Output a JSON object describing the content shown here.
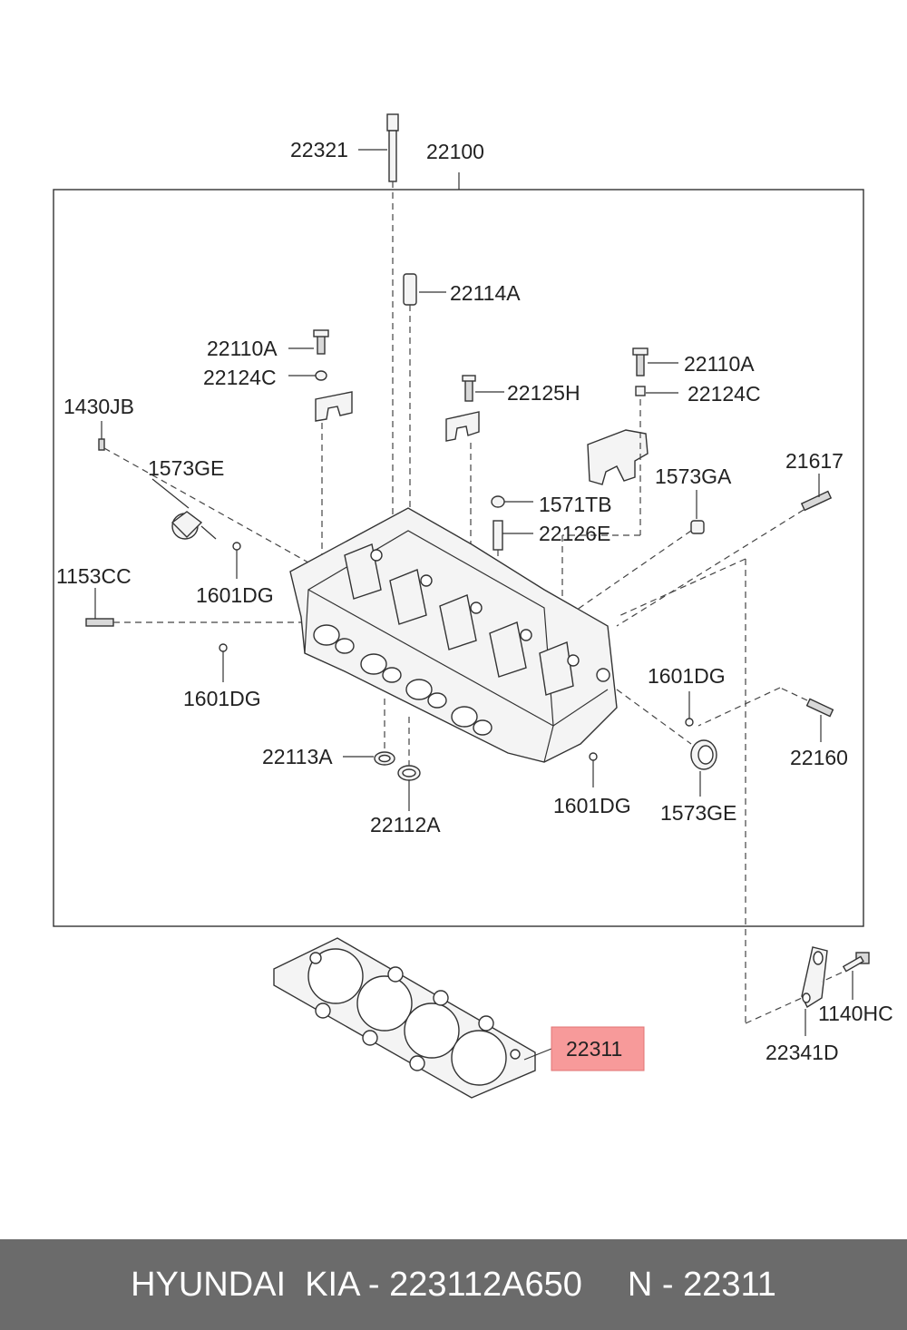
{
  "labels": {
    "l22321": "22321",
    "l22100": "22100",
    "l22114A": "22114A",
    "l22110A_left": "22110A",
    "l22124C_left": "22124C",
    "l22110A_right": "22110A",
    "l22124C_right": "22124C",
    "l22125H": "22125H",
    "l1430JB": "1430JB",
    "l1573GE_top": "1573GE",
    "l1573GA": "1573GA",
    "l21617": "21617",
    "l1571TB": "1571TB",
    "l22126E": "22126E",
    "l1153CC": "1153CC",
    "l1601DG_a": "1601DG",
    "l1601DG_b": "1601DG",
    "l1601DG_c": "1601DG",
    "l1601DG_d": "1601DG",
    "l22160": "22160",
    "l22113A": "22113A",
    "l22112A": "22112A",
    "l1573GE_bottom": "1573GE",
    "l22311": "22311",
    "l1140HC": "1140HC",
    "l22341D": "22341D"
  },
  "highlight": {
    "part": "22311",
    "color": "#f79a9a"
  },
  "footer": {
    "brand_part": "HYUNDAI  KIA - 223112A650",
    "ref": "N - 22311",
    "background": "#6b6b6b"
  }
}
